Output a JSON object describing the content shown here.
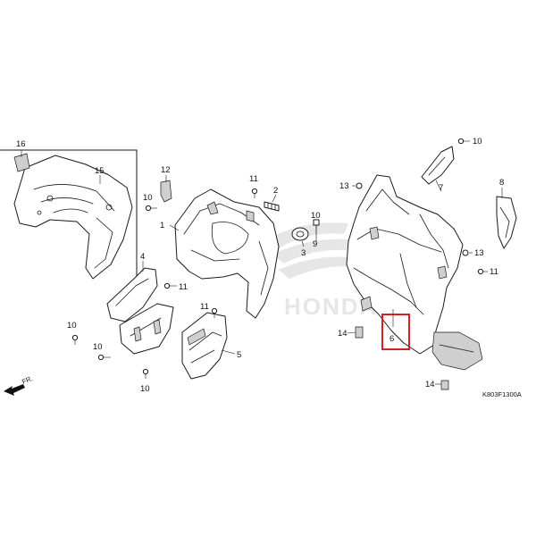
{
  "diagram": {
    "callouts": [
      {
        "id": "c16",
        "text": "16"
      },
      {
        "id": "c15",
        "text": "15"
      },
      {
        "id": "c12",
        "text": "12"
      },
      {
        "id": "c11a",
        "text": "11"
      },
      {
        "id": "c2",
        "text": "2"
      },
      {
        "id": "c10a",
        "text": "10"
      },
      {
        "id": "c1",
        "text": "1"
      },
      {
        "id": "c10b",
        "text": "10"
      },
      {
        "id": "c9",
        "text": "9"
      },
      {
        "id": "c3",
        "text": "3"
      },
      {
        "id": "c4",
        "text": "4"
      },
      {
        "id": "c11b",
        "text": "11"
      },
      {
        "id": "c11c",
        "text": "11"
      },
      {
        "id": "c10c",
        "text": "10"
      },
      {
        "id": "c10d",
        "text": "10"
      },
      {
        "id": "c5",
        "text": "5"
      },
      {
        "id": "c10e",
        "text": "10"
      },
      {
        "id": "c10f",
        "text": "10"
      },
      {
        "id": "c13a",
        "text": "13"
      },
      {
        "id": "c7",
        "text": "7"
      },
      {
        "id": "c8",
        "text": "8"
      },
      {
        "id": "c13b",
        "text": "13"
      },
      {
        "id": "c11d",
        "text": "11"
      },
      {
        "id": "c6",
        "text": "6"
      },
      {
        "id": "c14a",
        "text": "14"
      },
      {
        "id": "c14b",
        "text": "14"
      }
    ],
    "front_arrow": "FR.",
    "watermark": "HONDA",
    "diagram_code": "K803F1300A",
    "highlight_color": "#d81e1e"
  }
}
